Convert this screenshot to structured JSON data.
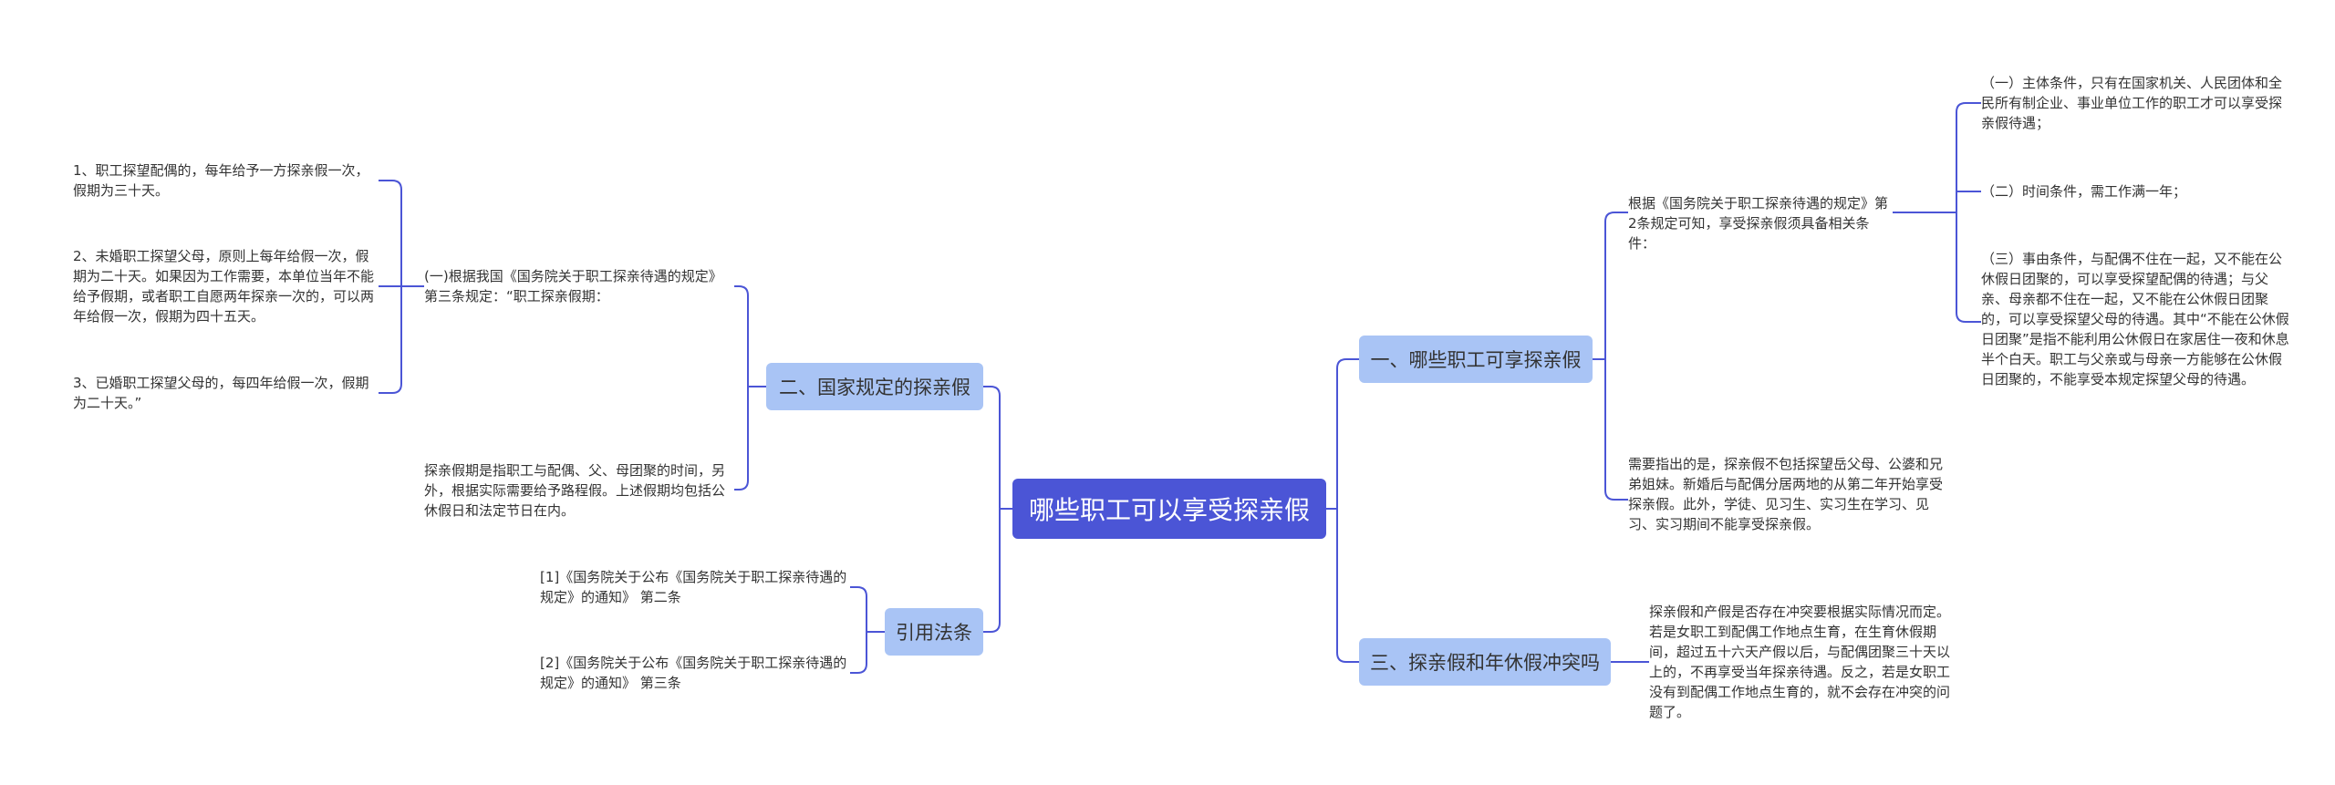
{
  "root": {
    "label": "哪些职工可以享受探亲假"
  },
  "branches": {
    "b1": {
      "label": "一、哪些职工可享探亲假"
    },
    "b2": {
      "label": "二、国家规定的探亲假"
    },
    "b3": {
      "label": "三、探亲假和年休假冲突吗"
    },
    "b4": {
      "label": "引用法条"
    }
  },
  "leaves": {
    "b1_conditions": "根据《国务院关于职工探亲待遇的规定》第2条规定可知，享受探亲假须具备相关条件：",
    "b1_cond_1": "（一）主体条件，只有在国家机关、人民团体和全民所有制企业、事业单位工作的职工才可以享受探亲假待遇；",
    "b1_cond_2": "（二）时间条件，需工作满一年；",
    "b1_cond_3": "（三）事由条件，与配偶不住在一起，又不能在公休假日团聚的，可以享受探望配偶的待遇；与父亲、母亲都不住在一起，又不能在公休假日团聚的，可以享受探望父母的待遇。其中“不能在公休假日团聚”是指不能利用公休假日在家居住一夜和休息半个白天。职工与父亲或与母亲一方能够在公休假日团聚的，不能享受本规定探望父母的待遇。",
    "b1_note": "需要指出的是，探亲假不包括探望岳父母、公婆和兄弟姐妹。新婚后与配偶分居两地的从第二年开始享受探亲假。此外，学徒、见习生、实习生在学习、见习、实习期间不能享受探亲假。",
    "b2_article": "(一)根据我国《国务院关于职工探亲待遇的规定》第三条规定：“职工探亲假期：",
    "b2_item_1": "1、职工探望配偶的，每年给予一方探亲假一次，假期为三十天。",
    "b2_item_2": "2、未婚职工探望父母，原则上每年给假一次，假期为二十天。如果因为工作需要，本单位当年不能给予假期，或者职工自愿两年探亲一次的，可以两年给假一次，假期为四十五天。",
    "b2_item_3": "3、已婚职工探望父母的，每四年给假一次，假期为二十天。”",
    "b2_note": "探亲假期是指职工与配偶、父、母团聚的时间，另外，根据实际需要给予路程假。上述假期均包括公休假日和法定节日在内。",
    "b3_text": "探亲假和产假是否存在冲突要根据实际情况而定。若是女职工到配偶工作地点生育，在生育休假期间，超过五十六天产假以后，与配偶团聚三十天以上的，不再享受当年探亲待遇。反之，若是女职工没有到配偶工作地点生育的，就不会存在冲突的问题了。",
    "b4_ref_1": "[1]《国务院关于公布《国务院关于职工探亲待遇的规定》的通知》 第二条",
    "b4_ref_2": "[2]《国务院关于公布《国务院关于职工探亲待遇的规定》的通知》 第三条"
  },
  "colors": {
    "root_fill": "#4b55d6",
    "branch_fill": "#a9c4f5",
    "connector": "#4b55d6",
    "text": "#333333"
  }
}
